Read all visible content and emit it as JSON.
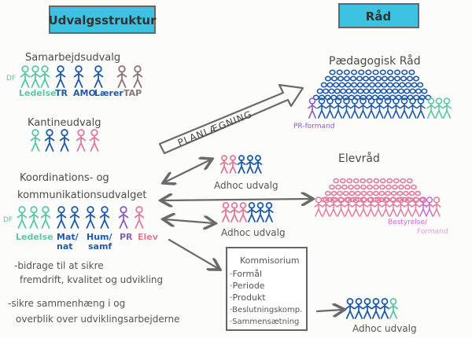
{
  "colors": {
    "teal": "#5cc6a4",
    "blue": "#1f5aa8",
    "brown": "#8a7470",
    "pink": "#e07a9a",
    "purple": "#8a5cc0",
    "magenta": "#c86ad0",
    "header_fill": "#3ec2e2",
    "ink": "#555555"
  },
  "headers": {
    "left": "Udvalgsstruktur",
    "right": "Råd"
  },
  "samarbejde": {
    "title": "Samarbejdsudvalg",
    "df": "DF",
    "labels": [
      "Ledelse",
      "TR",
      "AMO",
      "Lærer",
      "TAP"
    ]
  },
  "kantine": {
    "title": "Kantineudvalg"
  },
  "planning": {
    "label": "PLANLÆGNING"
  },
  "koordination": {
    "title_line1": "Koordinations-  og",
    "title_line2": "kommunikationsudvalget",
    "df": "DF",
    "labels": {
      "ledelse": "Ledelse",
      "mat": "Mat/",
      "nat": "nat",
      "hum": "Hum/",
      "samf": "samf",
      "pr": "PR",
      "elev": "Elev"
    },
    "bullets": [
      {
        "line1": "-bidrage til at sikre",
        "line2": "fremdrift, kvalitet og udvikling"
      },
      {
        "line1": "-sikre sammenhæng i og",
        "line2": "overblik over udviklingsarbejderne"
      }
    ]
  },
  "adhoc": {
    "upper": "Adhoc udvalg",
    "lower": "Adhoc udvalg",
    "bottom": "Adhoc udvalg"
  },
  "kommisorium": {
    "title": "Kommisorium",
    "items": [
      "·Formål",
      "·Periode",
      "·Produkt",
      "·Beslutningskomp.",
      "·Sammensætning"
    ]
  },
  "paedagogisk": {
    "title": "Pædagogisk Råd",
    "pr_formand": "PR-formand"
  },
  "elevraad": {
    "title": "Elevråd",
    "bestyrelse": "Bestyrelse/",
    "formand": "Formand"
  }
}
